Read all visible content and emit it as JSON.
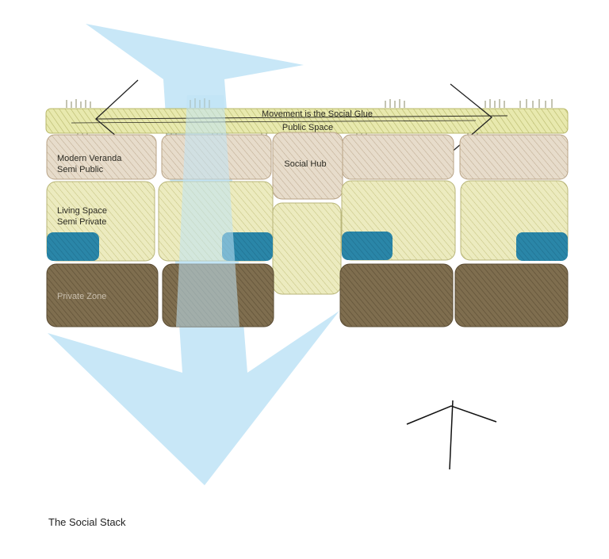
{
  "labels": {
    "movement": "Movement is the Social Glue",
    "public_space": "Public Space",
    "veranda_line1": "Modern Veranda",
    "veranda_line2": "Semi Public",
    "social_hub": "Social Hub",
    "living_line1": "Living Space",
    "living_line2": "Semi Private",
    "private_zone": "Private Zone"
  },
  "caption": "The Social Stack",
  "colors": {
    "public_band": "#e6e7a8",
    "veranda": "#e2d6c3",
    "living": "#e9e7b9",
    "accent_blue": "#2f8fb0",
    "private": "#7a6a4c",
    "arrow": "#bfe3f5",
    "ink": "#2b2a22"
  },
  "icons": [
    "north-arrow-icon"
  ]
}
